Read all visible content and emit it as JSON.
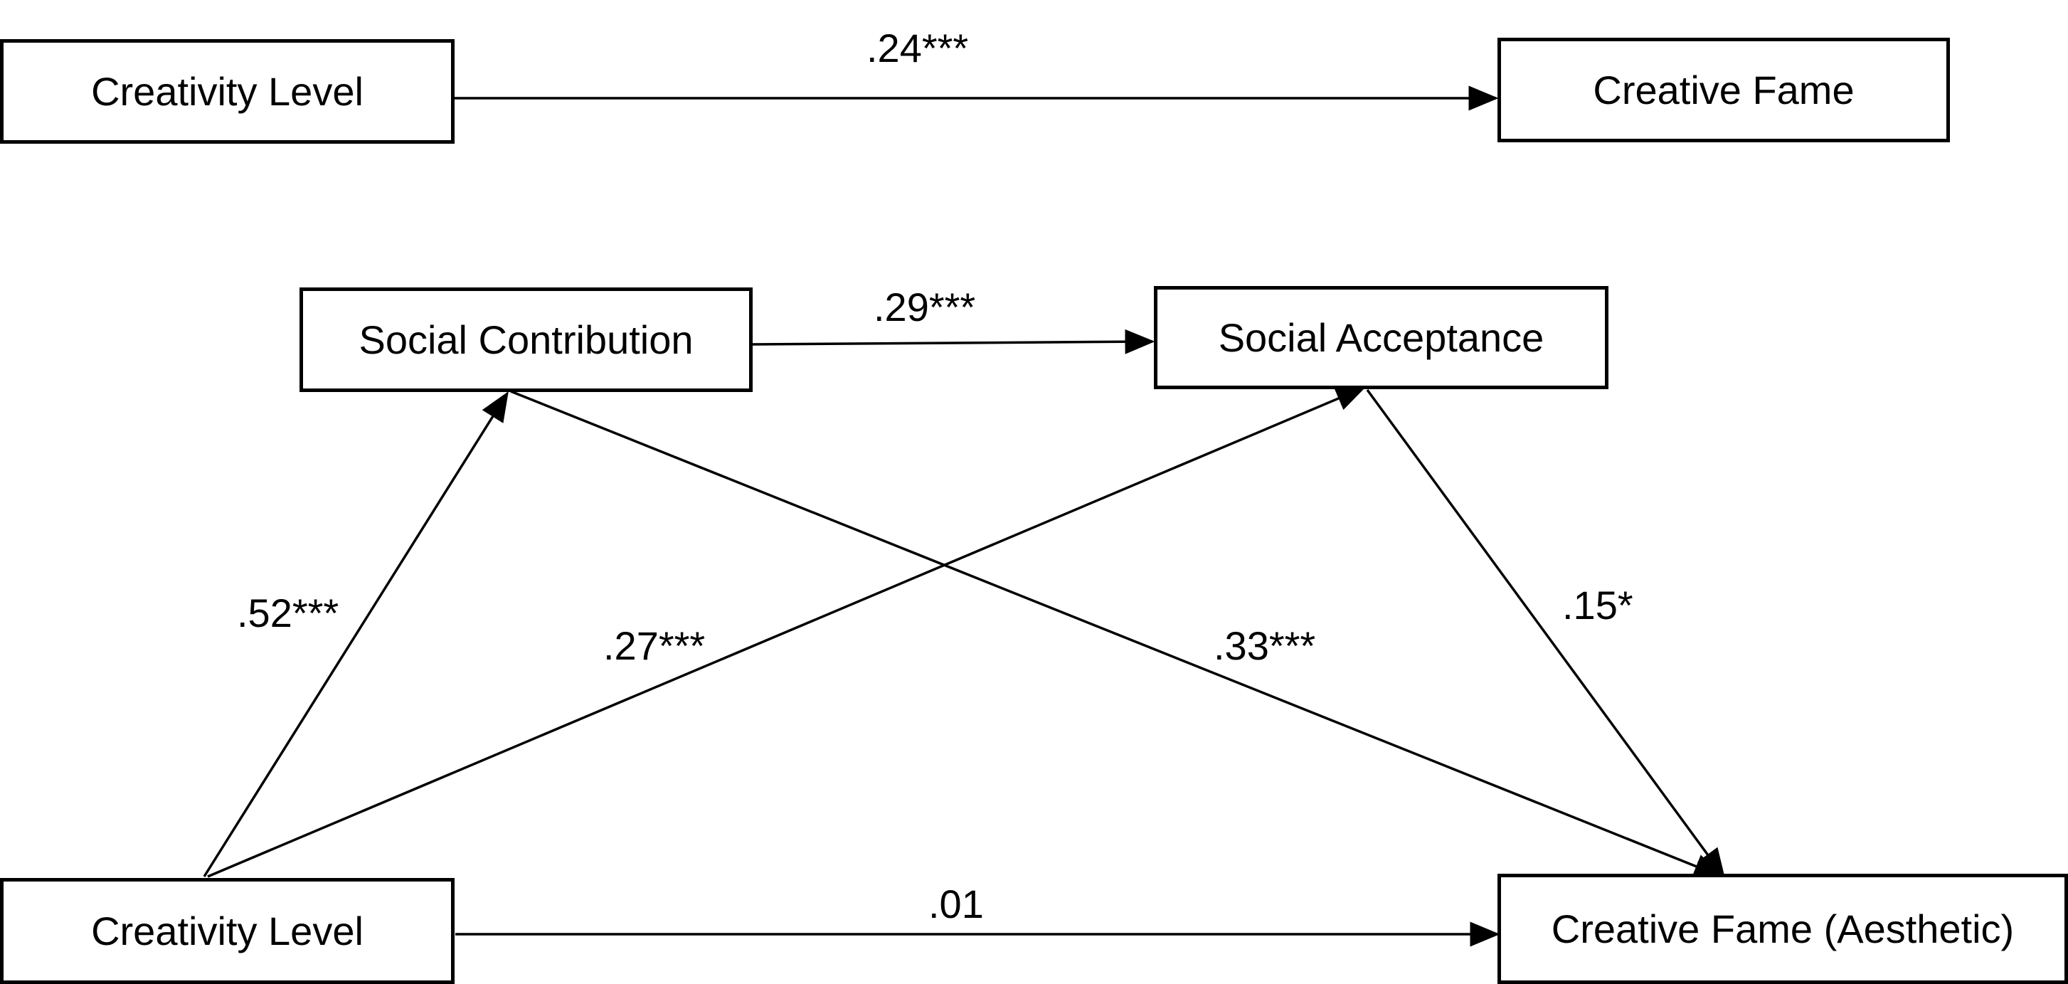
{
  "top_model": {
    "predictor": "Creativity Level",
    "outcome": "Creative Fame",
    "direct_path": ".24***"
  },
  "mediation_model": {
    "predictor": "Creativity Level",
    "mediator_1": "Social Contribution",
    "mediator_2": "Social Acceptance",
    "outcome": "Creative Fame (Aesthetic)",
    "paths": {
      "predictor_to_mediator_1": ".52***",
      "predictor_to_mediator_2": ".27***",
      "mediator_1_to_mediator_2": ".29***",
      "mediator_1_to_outcome": ".33***",
      "mediator_2_to_outcome": ".15*",
      "predictor_to_outcome": ".01"
    }
  },
  "colors": {
    "stroke": "#000000",
    "background": "#ffffff"
  }
}
